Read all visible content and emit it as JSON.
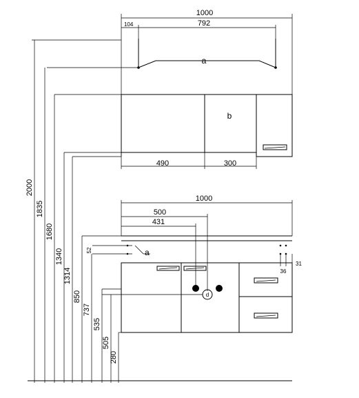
{
  "upper_cabinet": {
    "width_total": "1000",
    "offset_left": "104",
    "inner_width": "792",
    "label_a": "a",
    "label_b": "b",
    "width_left": "490",
    "width_right": "300"
  },
  "lower_cabinet": {
    "width_total": "1000",
    "dim_500": "500",
    "dim_431": "431",
    "dim_52": "52",
    "label_a": "a",
    "dim_31": "31",
    "dim_36": "36",
    "label_d": "d"
  },
  "heights": [
    "2000",
    "1835",
    "1680",
    "1340",
    "1314",
    "850",
    "737",
    "535",
    "505",
    "280"
  ]
}
